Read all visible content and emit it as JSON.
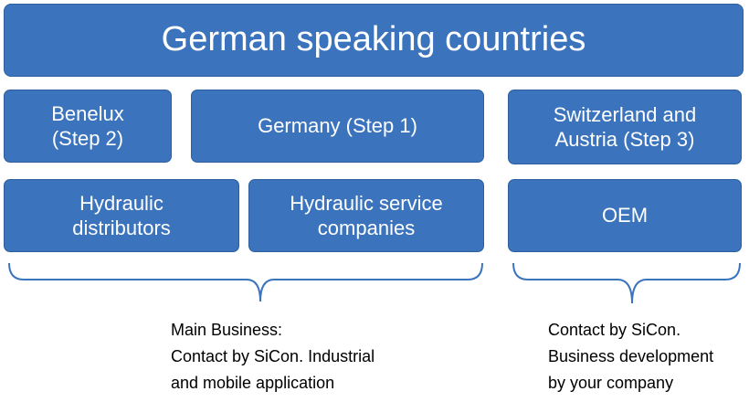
{
  "title": "German speaking countries",
  "regions": {
    "benelux": "Benelux\n(Step 2)",
    "germany": "Germany (Step 1)",
    "switzerland_austria": "Switzerland and\nAustria (Step 3)"
  },
  "segments": {
    "hydraulic_distributors": "Hydraulic\ndistributors",
    "hydraulic_service": "Hydraulic service\ncompanies",
    "oem": "OEM"
  },
  "notes": {
    "left": "Main Business:\nContact by SiCon. Industrial\nand mobile application",
    "right": "Contact by SiCon.\nBusiness development\nby your company"
  },
  "colors": {
    "box_fill": "#3b74bd",
    "box_text": "#ffffff",
    "brace": "#3b74bd"
  }
}
